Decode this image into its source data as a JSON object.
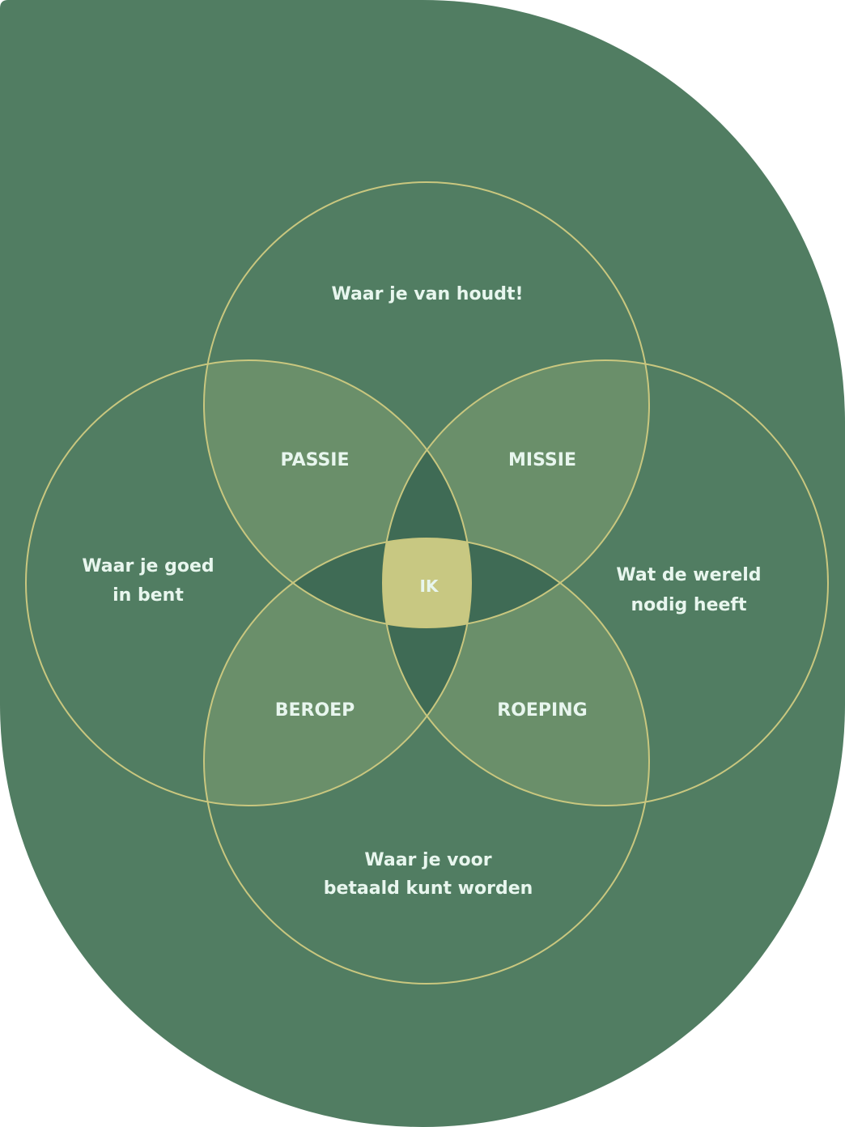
{
  "colors": {
    "background": "#517d62",
    "two_overlap": "#6a8f6a",
    "three_overlap": "#3f6b55",
    "center": "#c8c882",
    "stroke": "#c9c77f",
    "text": "#e8f6ee"
  },
  "circles": {
    "top": [
      "Waar je van houdt!"
    ],
    "left": [
      "Waar je goed",
      "in bent"
    ],
    "right": [
      "Wat de wereld",
      "nodig heeft"
    ],
    "bottom": [
      "Waar je voor",
      "betaald kunt worden"
    ]
  },
  "overlaps": {
    "top_left": "PASSIE",
    "top_right": "MISSIE",
    "bottom_left": "BEROEP",
    "bottom_right": "ROEPING",
    "center": "IK"
  }
}
